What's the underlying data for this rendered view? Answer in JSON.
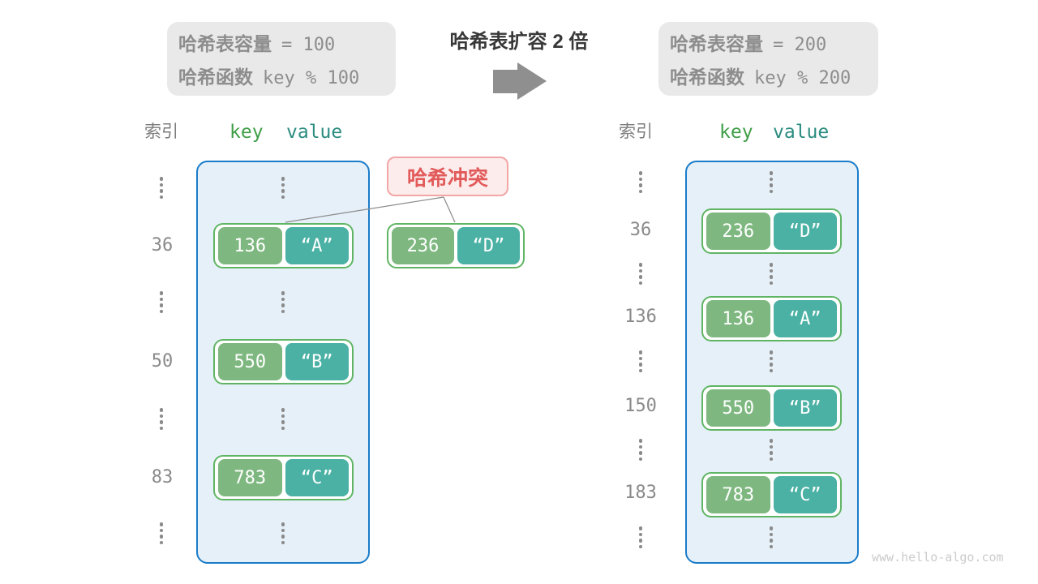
{
  "info_left": {
    "line1_label": "哈希表容量",
    "line1_value": "= 100",
    "line2_label": "哈希函数",
    "line2_value": "key % 100"
  },
  "info_right": {
    "line1_label": "哈希表容量",
    "line1_value": "= 200",
    "line2_label": "哈希函数",
    "line2_value": "key % 200"
  },
  "title": "哈希表扩容 2 倍",
  "columns": {
    "index": "索引",
    "key": "key",
    "value": "value"
  },
  "collision": {
    "label": "哈希冲突",
    "pair": {
      "key": "236",
      "value": "“D”"
    }
  },
  "left_table": {
    "rows": [
      {
        "index": "36",
        "key": "136",
        "value": "“A”"
      },
      {
        "index": "50",
        "key": "550",
        "value": "“B”"
      },
      {
        "index": "83",
        "key": "783",
        "value": "“C”"
      }
    ]
  },
  "right_table": {
    "rows": [
      {
        "index": "36",
        "key": "236",
        "value": "“D”"
      },
      {
        "index": "136",
        "key": "136",
        "value": "“A”"
      },
      {
        "index": "150",
        "key": "550",
        "value": "“B”"
      },
      {
        "index": "183",
        "key": "783",
        "value": "“C”"
      }
    ]
  },
  "watermark": "www.hello-algo.com",
  "icons": {
    "expand_arrow": "right-block-arrow-icon",
    "ellipsis": "vertical-ellipsis"
  },
  "colors": {
    "key_green": "#7eb880",
    "value_teal": "#4ab1a4",
    "pair_border": "#60b564",
    "table_fill": "#e6f0f9",
    "table_border": "#1a7cc9",
    "collision_text": "#e25a5a",
    "collision_bg": "#fcecec",
    "collision_border": "#f3a6a6",
    "info_bg": "#e9e9e9",
    "gray_text": "#8d8d8d",
    "title_text": "#383838",
    "arrow_gray": "#8f8f8f",
    "header_key": "#3f9e47",
    "header_value": "#2b8c80",
    "watermark": "#cbcbcb"
  }
}
